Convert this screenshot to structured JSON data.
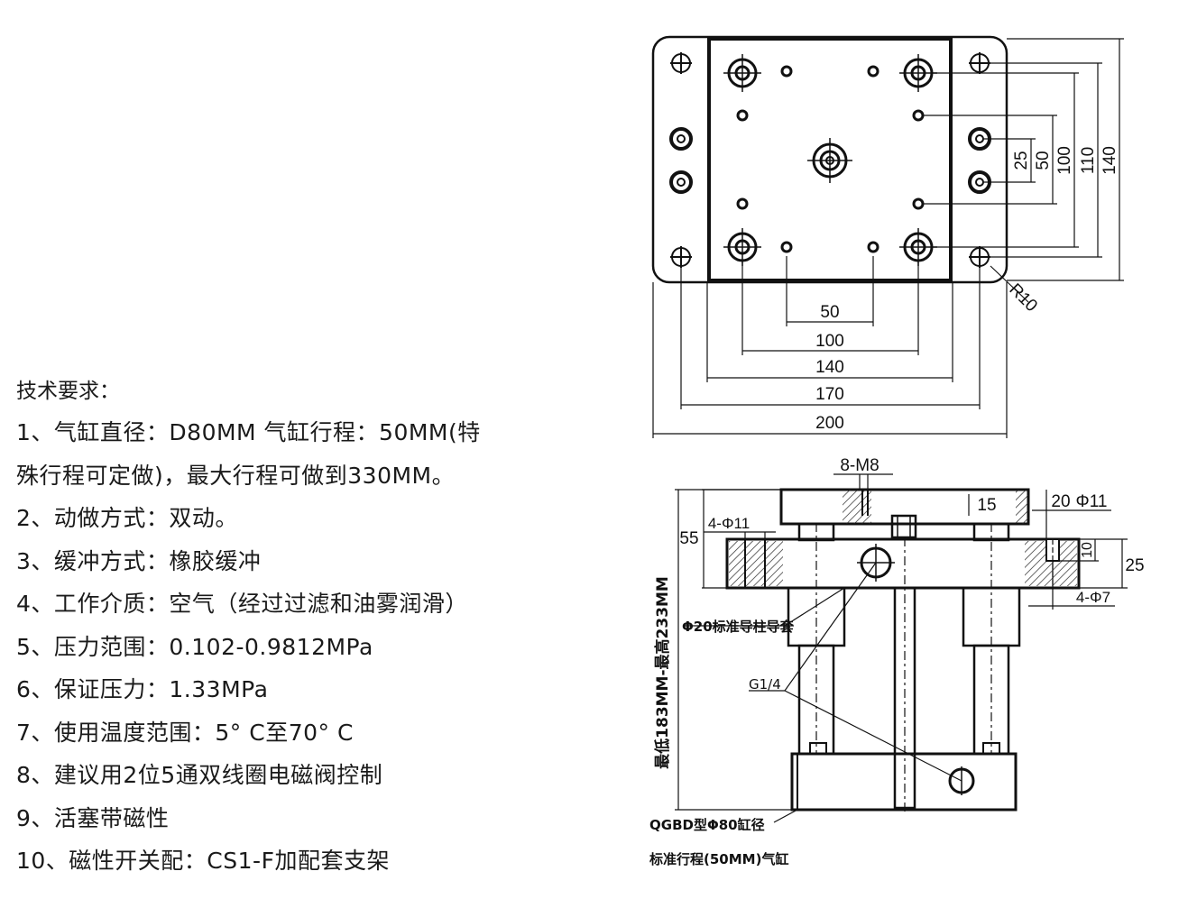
{
  "spec": {
    "title": "技术要求：",
    "lines": [
      "1、气缸直径：D80MM 气缸行程：50MM(特",
      "殊行程可定做)，最大行程可做到330MM。",
      "2、动做方式：双动。",
      "3、缓冲方式：橡胶缓冲",
      "4、工作介质：空气（经过过滤和油雾润滑）",
      "5、压力范围：0.102-0.9812MPa",
      "6、保证压力：1.33MPa",
      "7、使用温度范围：5° C至70° C",
      "8、建议用2位5通双线圈电磁阀控制",
      "9、活塞带磁性",
      "10、磁性开关配：CS1-F加配套支架"
    ]
  },
  "top_view": {
    "horizontal_dims": [
      "50",
      "100",
      "140",
      "170",
      "200"
    ],
    "vertical_dims": [
      "25",
      "50",
      "100",
      "110",
      "140"
    ],
    "radius": "R10"
  },
  "side_view": {
    "screw": "8-M8",
    "depth_15": "15",
    "d20": "20",
    "d_phi11": "Φ11",
    "d10": "10",
    "d25": "25",
    "d55": "55",
    "holes_4phi11": "4-Φ11",
    "holes_4phi7": "4-Φ7",
    "guide_note": "Φ20标准导柱导套",
    "port": "G1/4",
    "height_range": "最低183MM-最高233MM",
    "model": "QGBD型Φ80缸径",
    "model_sub": "标准行程(50MM)气缸"
  }
}
